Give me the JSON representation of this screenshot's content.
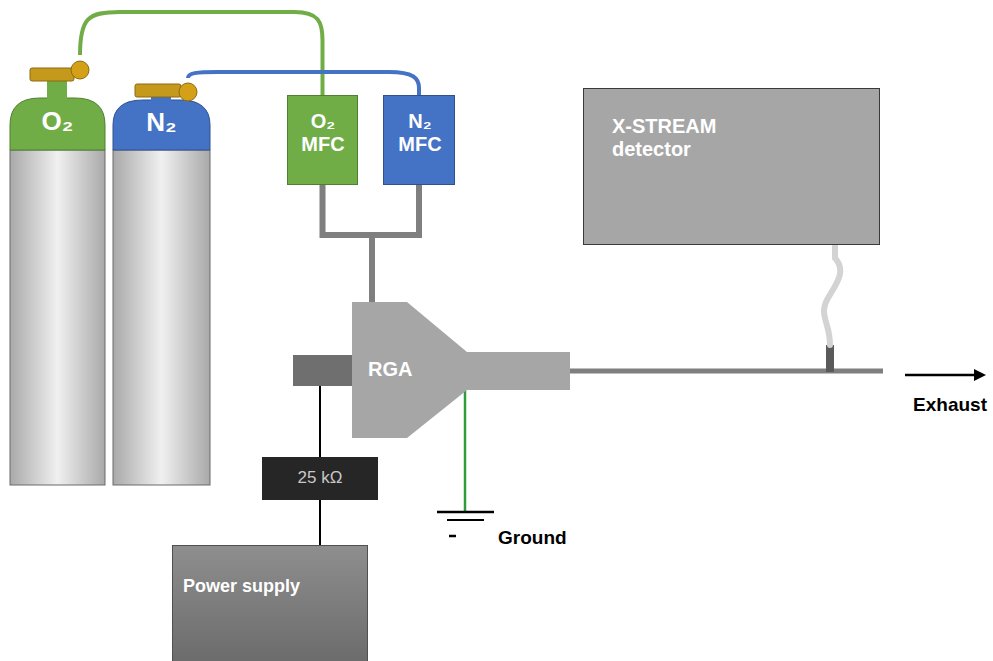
{
  "diagram": {
    "nodes": [
      {
        "text": [
          "O₂"
        ]
      },
      {
        "text": [
          "N₂"
        ]
      },
      {
        "text": [
          "O₂ MFC"
        ]
      },
      {
        "text": [
          "N₂ MFC"
        ]
      },
      {
        "text": [
          "X-STREAM detector"
        ]
      },
      {
        "text": [
          "RGA"
        ]
      },
      {
        "text": [
          "25 kΩ"
        ]
      },
      {
        "text": [
          "Power supply"
        ]
      }
    ],
    "edges": [
      {
        "from": 0,
        "to": 2,
        "arrow": "none"
      },
      {
        "from": 1,
        "to": 3,
        "arrow": "none"
      },
      {
        "from": 2,
        "to": 5,
        "arrow": "none"
      },
      {
        "from": 3,
        "to": 5,
        "arrow": "none"
      },
      {
        "from": 5,
        "to": 4,
        "arrow": "none"
      },
      {
        "from": 5,
        "to": 6,
        "arrow": "none"
      },
      {
        "from": 6,
        "to": 7,
        "arrow": "none"
      }
    ],
    "labels": [
      "Ground",
      "Exhaust"
    ]
  }
}
